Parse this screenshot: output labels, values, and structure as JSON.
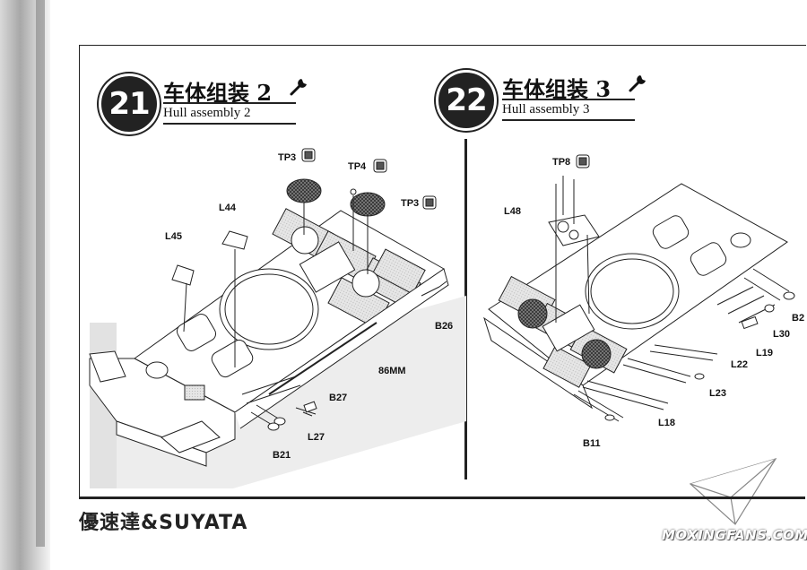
{
  "steps": [
    {
      "number": "21",
      "title_zh": "车体组装 2",
      "title_en": "Hull assembly 2"
    },
    {
      "number": "22",
      "title_zh": "车体组装 3",
      "title_en": "Hull assembly 3"
    }
  ],
  "step21_callouts": {
    "tp3_a": "TP3",
    "tp4": "TP4",
    "tp3_b": "TP3",
    "l44": "L44",
    "l45": "L45",
    "b26": "B26",
    "dim": "86MM",
    "b27": "B27",
    "l27": "L27",
    "b21": "B21"
  },
  "step22_callouts": {
    "tp8": "TP8",
    "l48": "L48",
    "b2": "B2",
    "l30": "L30",
    "l19": "L19",
    "l22": "L22",
    "l23": "L23",
    "l18": "L18",
    "b11": "B11"
  },
  "footer": {
    "brand": "優速達&SUYATA",
    "watermark": "MOXINGFANS.COM"
  },
  "icons": {
    "tool": "wrench-icon",
    "part_tag": "paint-part-icon"
  }
}
